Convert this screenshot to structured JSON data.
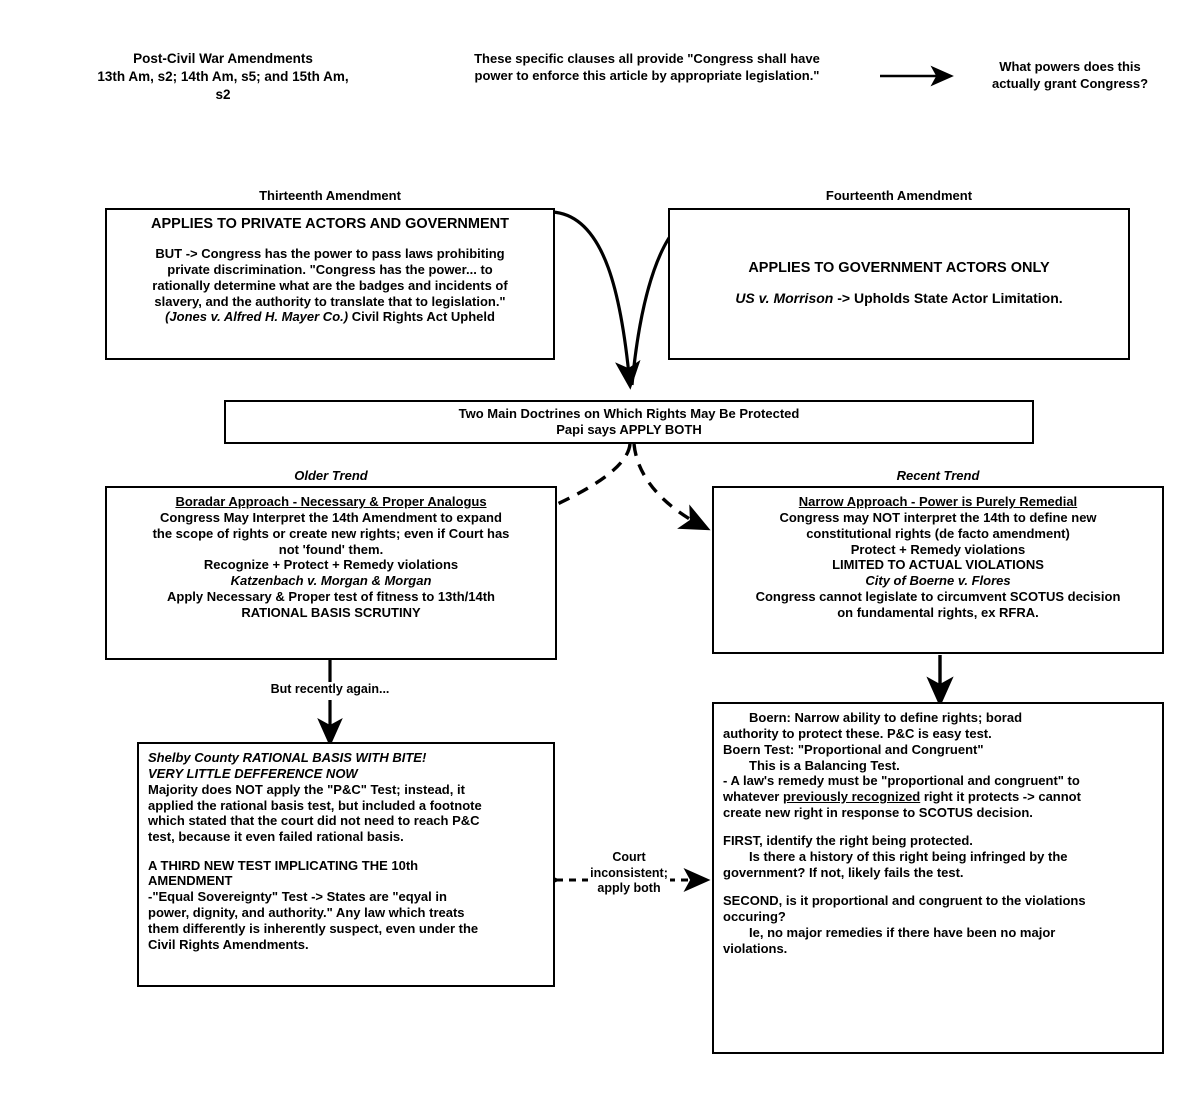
{
  "meta": {
    "document_title": "Post-Civil War Amendments Enforcement Power Flowchart",
    "ink_color": "#000000",
    "background_color": "#ffffff"
  },
  "header": {
    "title_line1": "Post-Civil War Amendments",
    "title_line2": "13th Am, s2; 14th Am, s5; and 15th Am,",
    "title_line3": "s2",
    "premise_line1": "These specific clauses all provide \"Congress shall have",
    "premise_line2": "power to enforce this article by appropriate legislation.\"",
    "question_line1": "What powers does this",
    "question_line2": "actually grant Congress?",
    "arrow_icon": "right-arrow-icon"
  },
  "nodes": {
    "thirteenth": {
      "caption": "Thirteenth Amendment",
      "heading": "APPLIES TO PRIVATE ACTORS AND GOVERNMENT",
      "body_line1": "BUT -> Congress has the power to pass laws prohibiting",
      "body_line2": "private discrimination. \"Congress has the power... to",
      "body_line3": "rationally determine what are the badges and incidents of",
      "body_line4": "slavery, and the authority to translate that to legislation.\"",
      "cite_case": "(Jones v. Alfred H. Mayer Co.)",
      "cite_tail": " Civil Rights Act Upheld"
    },
    "fourteenth": {
      "caption": "Fourteenth Amendment",
      "heading": "APPLIES TO GOVERNMENT ACTORS ONLY",
      "case": "US v. Morrison",
      "case_tail": " -> Upholds State Actor Limitation."
    },
    "doctrines": {
      "line1": "Two Main Doctrines on Which Rights May Be Protected",
      "line2": "Papi says APPLY BOTH"
    },
    "older_trend": {
      "caption": "Older Trend",
      "heading": "Boradar Approach - Necessary & Proper Analogus",
      "line1": "Congress May Interpret the 14th Amendment to expand",
      "line2": "the scope of rights or create new rights; even if Court has",
      "line3": "not 'found' them.",
      "line4": "Recognize + Protect + Remedy violations",
      "case": "Katzenbach v. Morgan & Morgan",
      "line5": "Apply Necessary & Proper test of fitness to 13th/14th",
      "line6": "RATIONAL BASIS SCRUTINY"
    },
    "recent_trend": {
      "caption": "Recent Trend",
      "heading": "Narrow Approach - Power is Purely Remedial",
      "line1": "Congress may NOT interpret the 14th to define new",
      "line2": "constitutional rights (de facto amendment)",
      "line3": "Protect + Remedy violations",
      "line4": "LIMITED TO ACTUAL VIOLATIONS",
      "case": "City of Boerne v. Flores",
      "line5": "Congress cannot legislate to circumvent SCOTUS decision",
      "line6": "on fundamental rights, ex RFRA."
    },
    "shelby": {
      "heading_line1": "Shelby County RATIONAL BASIS WITH BITE!",
      "heading_line2": "VERY LITTLE DEFFERENCE NOW",
      "para1_line1": "Majority does NOT apply the \"P&C\" Test; instead, it",
      "para1_line2": "applied the rational basis test, but included a footnote",
      "para1_line3": "which stated that the court did not need to reach P&C",
      "para1_line4": "test, because it even failed rational basis.",
      "para2_line1": "A THIRD NEW TEST IMPLICATING THE 10th",
      "para2_line2": "AMENDMENT",
      "para2_line3": "-\"Equal Sovereignty\" Test -> States are \"eqyal in",
      "para2_line4": "power, dignity, and authority.\" Any law which treats",
      "para2_line5": "them differently is inherently suspect, even under the",
      "para2_line6": "Civil Rights Amendments."
    },
    "boerne": {
      "line1_indent": "Boern: Narrow ability to define rights; borad",
      "line2": "authority to protect these. P&C is easy test.",
      "line3": "Boern Test: \"Proportional and Congruent\"",
      "line4_indent": "This is a Balancing Test.",
      "line5": "- A law's remedy must be \"proportional and congruent\" to",
      "line6_pre": "whatever ",
      "line6_underline": "previously recognized",
      "line6_post": " right it protects -> cannot",
      "line7": "create new right in response to SCOTUS decision.",
      "first_line1": "FIRST, identify the right being protected.",
      "first_line2_indent": "Is there a history of this right being infringed by the",
      "first_line3": "government? If not, likely fails the test.",
      "second_line1": "SECOND, is it proportional and congruent to the violations",
      "second_line2": "occuring?",
      "second_line3_indent": "Ie, no major remedies if there have been no major",
      "second_line4": "violations."
    }
  },
  "edges": {
    "but_recently": "But recently again...",
    "court_line1": "Court",
    "court_line2": "inconsistent;",
    "court_line3": "apply  both",
    "dash_prefix": "- -",
    "dash_suffix": "- -"
  }
}
